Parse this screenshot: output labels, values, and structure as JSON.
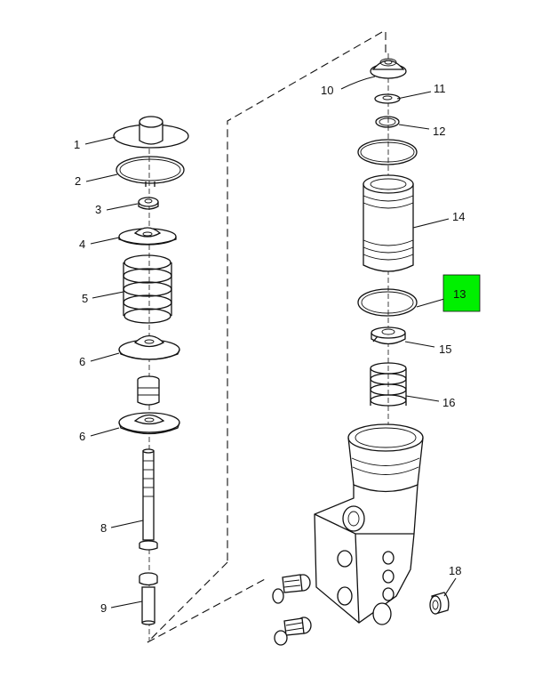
{
  "callouts": {
    "c1": "1",
    "c2": "2",
    "c3": "3",
    "c4": "4",
    "c5": "5",
    "c6a": "6",
    "c6b": "6",
    "c8": "8",
    "c9": "9",
    "c10": "10",
    "c11": "11",
    "c12": "12",
    "c13": "13",
    "c14": "14",
    "c15": "15",
    "c16": "16",
    "c18": "18"
  },
  "colors": {
    "highlight": "#00f000",
    "line": "#111111",
    "background": "#ffffff"
  }
}
